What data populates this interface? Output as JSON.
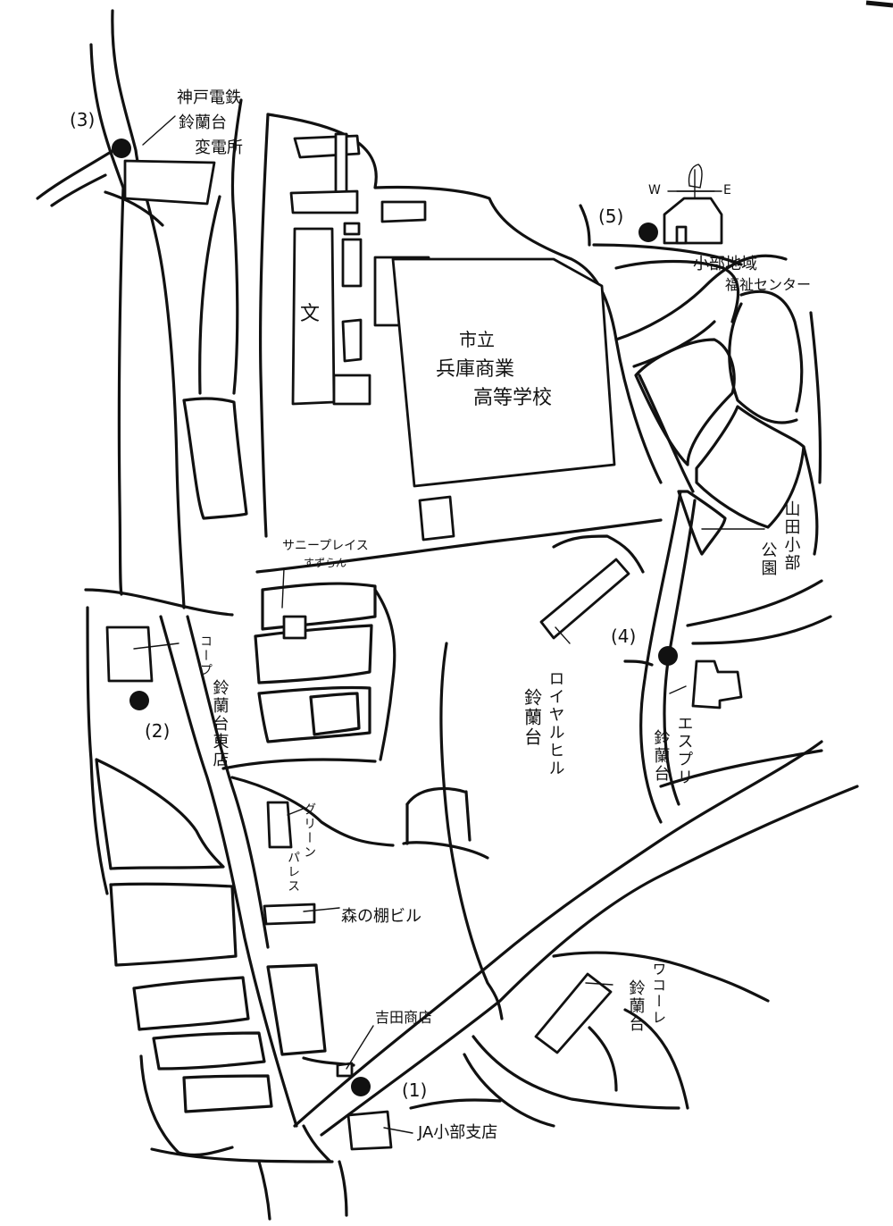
{
  "stops": {
    "s1": "(1)",
    "s2": "(2)",
    "s3": "(3)",
    "s4": "(4)",
    "s5": "(5)"
  },
  "compass": {
    "west": "W",
    "east": "E"
  },
  "places": {
    "kobe_dentetsu_l1": "神戸電鉄",
    "kobe_dentetsu_l2": "鈴蘭台",
    "kobe_dentetsu_l3": "変電所",
    "school_symbol": "文",
    "school_l1": "市立",
    "school_l2": "兵庫商業",
    "school_l3": "高等学校",
    "welfare_l1": "小部地域",
    "welfare_l2": "福祉センター",
    "sunny_l1": "サニープレイス",
    "sunny_l2": "すずらん",
    "coop_l1": "コープ",
    "coop_l2": "鈴蘭台東店",
    "royal_l1": "ロイヤルヒル",
    "royal_l2": "鈴蘭台",
    "park_l1": "山田小部",
    "park_l2": "公園",
    "esprit_l1": "エスプリ",
    "esprit_l2": "鈴蘭台",
    "green_l1": "グリーン",
    "green_l2": "パレス",
    "morino_building": "森の棚ビル",
    "yoshida_shop": "吉田商店",
    "wacoal_l1": "ワコーレ",
    "wacoal_l2": "鈴蘭台",
    "ja_branch": "JA小部支店"
  }
}
